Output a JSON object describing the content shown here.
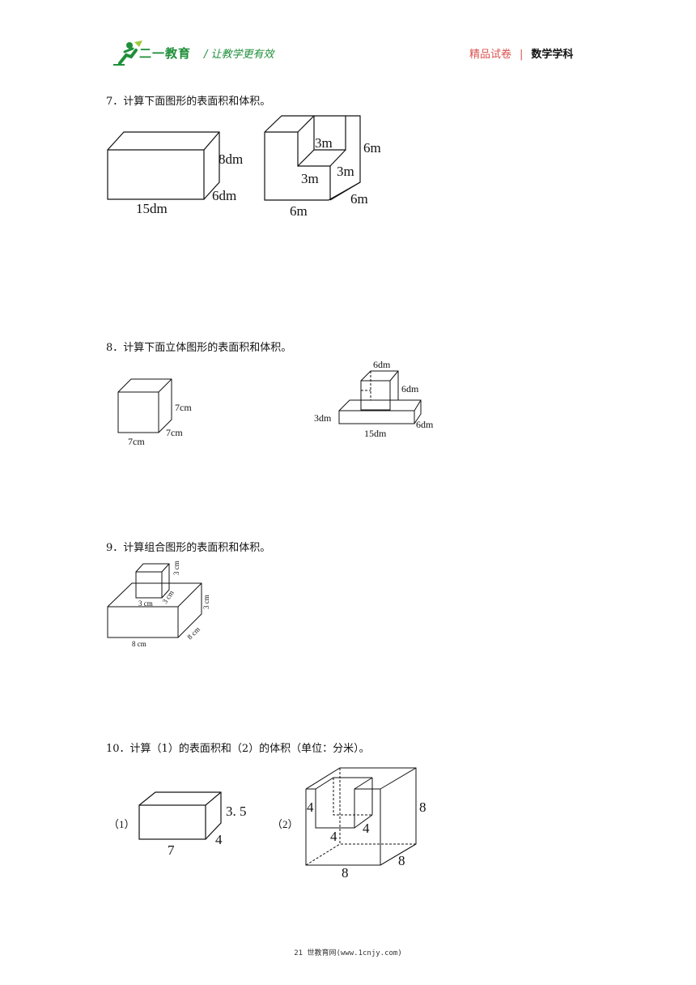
{
  "header": {
    "brand": "二一教育",
    "slogan": "/ 让教学更有效",
    "right_red": "精品试卷",
    "right_sep": "|",
    "right_black": "数学学科"
  },
  "questions": [
    {
      "number": "7．",
      "text": "计算下面图形的表面积和体积。",
      "fig_a": {
        "length": "15dm",
        "height": "8dm",
        "width": "6dm"
      },
      "fig_b": {
        "inner_h": "3m",
        "inner_w": "3m",
        "inner_d": "3m",
        "height": "6m",
        "depth": "6m",
        "width": "6m"
      }
    },
    {
      "number": "8．",
      "text": "计算下面立体图形的表面积和体积。",
      "fig_a": {
        "height": "7cm",
        "depth": "7cm",
        "width": "7cm"
      },
      "fig_b": {
        "top_w": "6dm",
        "top_h": "6dm",
        "base_h": "3dm",
        "base_l": "15dm",
        "base_d": "6dm"
      }
    },
    {
      "number": "9．",
      "text": "计算组合图形的表面积和体积。",
      "fig": {
        "cube_h": "3 cm",
        "cube_w": "3 cm",
        "cube_d": "3 cm",
        "base_h": "3 cm",
        "base_l": "8 cm",
        "base_d": "8 cm"
      }
    },
    {
      "number": "10．",
      "text": "计算（1）的表面积和（2）的体积（单位：分米）。",
      "fig_1": {
        "label": "（1）",
        "height": "3. 5",
        "depth": "4",
        "length": "7"
      },
      "fig_2": {
        "label": "（2）",
        "inner_h": "4",
        "inner_w": "4",
        "inner_d": "4",
        "height": "8",
        "depth": "8",
        "width": "8"
      }
    }
  ],
  "footer": "21 世教育网(www.1cnjy.com)"
}
